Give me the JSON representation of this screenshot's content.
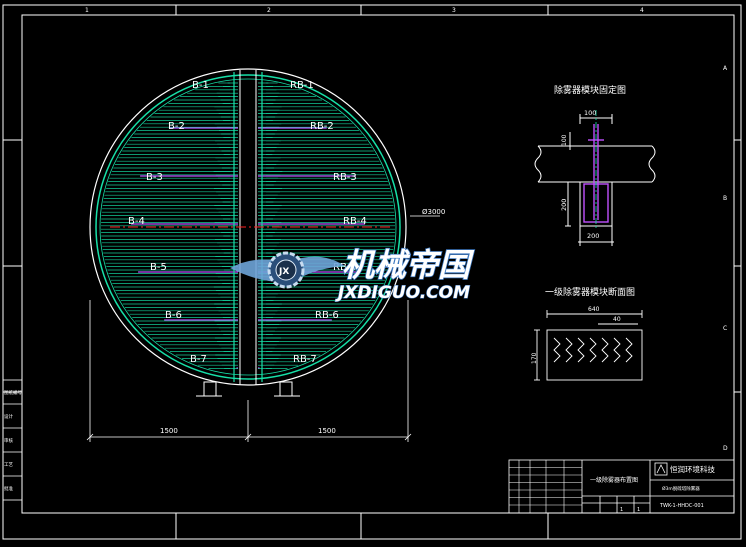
{
  "colors": {
    "background": "#000000",
    "frame": "#ffffff",
    "hatch": "#17e0a8",
    "vessel": "#ffffff",
    "label": "#ffffff",
    "detail_title": "#ffffff",
    "module": "#c050ff",
    "center_line": "#ff2222",
    "dimension": "#ffffff",
    "watermark_text": "#8fc8ff"
  },
  "border": {
    "col_numbers": [
      "1",
      "2",
      "3",
      "4"
    ],
    "row_letters": [
      "A",
      "B",
      "C",
      "D"
    ]
  },
  "vessel": {
    "left_labels": [
      "B-1",
      "B-2",
      "B-3",
      "B-4",
      "B-5",
      "B-6",
      "B-7"
    ],
    "right_labels": [
      "RB-1",
      "RB-2",
      "RB-3",
      "RB-4",
      "RB-5",
      "RB-6",
      "RB-7"
    ],
    "diameter_label": "Ø3000",
    "dim_left": "1500",
    "dim_right": "1500"
  },
  "detail_fix": {
    "title": "除雾器模块固定图",
    "dim_top": "100",
    "dim_side": "100",
    "dim_height": "200",
    "dim_bottom": "200"
  },
  "detail_section": {
    "title": "一级除雾器模块断面图",
    "dim_top": "640",
    "dim_inner": "40",
    "dim_side": "170"
  },
  "watermark": {
    "chinese": "机械帝国",
    "latin": "JXDIGUO.COM",
    "emblem": "JX"
  },
  "title_block": {
    "drawing_name": "一级除雾器布置图",
    "company": "恒润环境科技",
    "drawing_no": "TWK-1-HHDC-001",
    "project": "Ø3m脱硫塔除雾器",
    "sheet": "1",
    "sheets": "1"
  },
  "left_strip": {
    "labels": [
      "图纸编号",
      "设计",
      "审核",
      "工艺",
      "批准"
    ]
  }
}
